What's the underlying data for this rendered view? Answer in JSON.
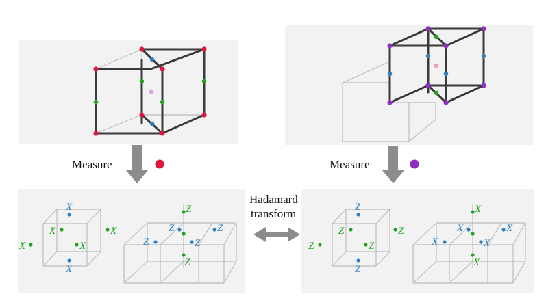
{
  "labels": {
    "measure_left": "Measure",
    "measure_right": "Measure",
    "hadamard_line1": "Hadamard",
    "hadamard_line2": "transform",
    "x": "X",
    "z": "Z"
  },
  "colors": {
    "red_site": "#e0143c",
    "purple_site": "#8e2fbf",
    "green_site": "#1fa31f",
    "blue_site": "#2b7fc4",
    "center_pink": "#d9a3e6",
    "panel_bg": "#f2f2f2",
    "arrow_gray": "#8c8c8c"
  }
}
